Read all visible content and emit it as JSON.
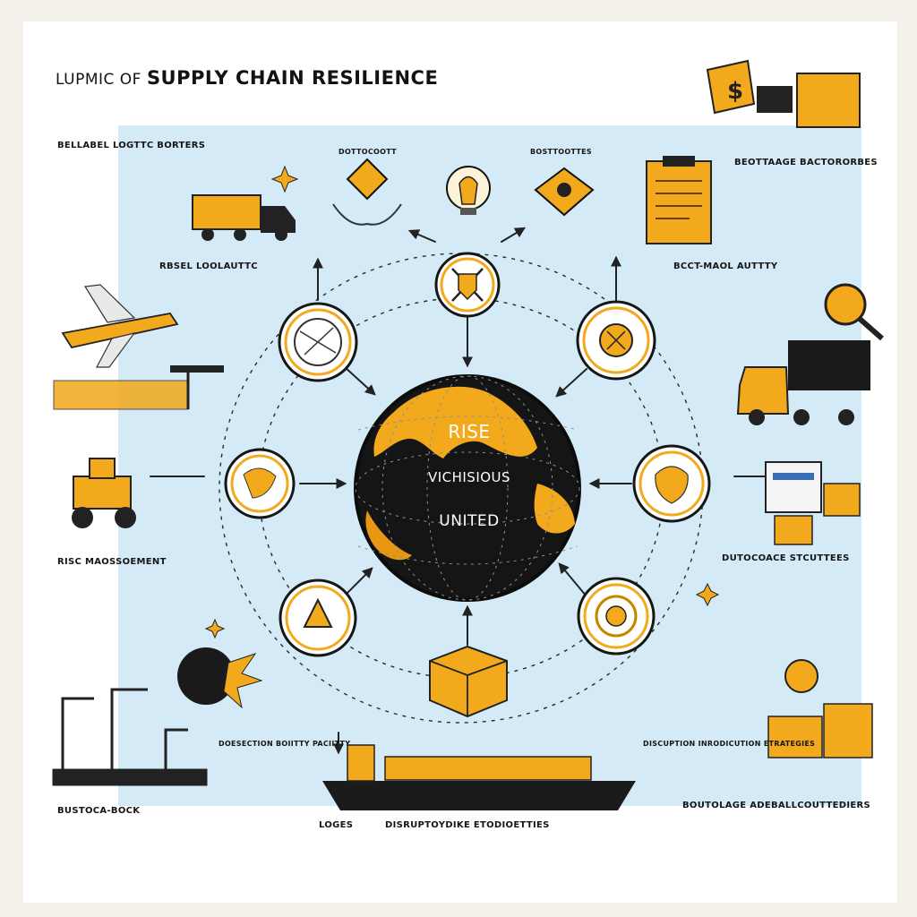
{
  "title": {
    "prefix": "LUPMIC OF",
    "main": "SUPPLY CHAIN RESILIENCE"
  },
  "hub": {
    "line1": "RISE",
    "line2": "VICHISIOUS",
    "line3": "UNITED"
  },
  "labels": {
    "reliable_logistics": "BELLABEL LOGTTC BORTERS",
    "diversification": "DOTTOCOOTT",
    "contingencies": "BOSTTOOTTES",
    "resilience_factors": "BEOTTAAGE BACTORORBES",
    "reoll_logistic": "RBSEL LOOLAUTTC",
    "real_time_visibility": "BCCT-MAOL AUTTTY",
    "risk_management": "RISC MAOSSOEMENT",
    "buffer_stock": "BUSTOCA-BOCK",
    "dashboard_strategies": "DUTOCOACE STCUTTEES",
    "disruption_ability": "DOESECTION BOIITTY PACIITTY",
    "disruption_mitigation": "DISCUPTION INRODICUTION ETRATEGIES",
    "logistics_footer": "LOGES",
    "disruptive_strategies": "DISRUPTOYDIKE ETODIOETTIES",
    "recovery_strategies": "BOUTOLAGE ADEBALLCOUTTEDIERS"
  },
  "icons": {
    "price_tag": "$"
  },
  "colors": {
    "accent": "#f2a91c",
    "ink": "#131313",
    "sky": "#d4ebf7",
    "paper": "#ffffff"
  }
}
